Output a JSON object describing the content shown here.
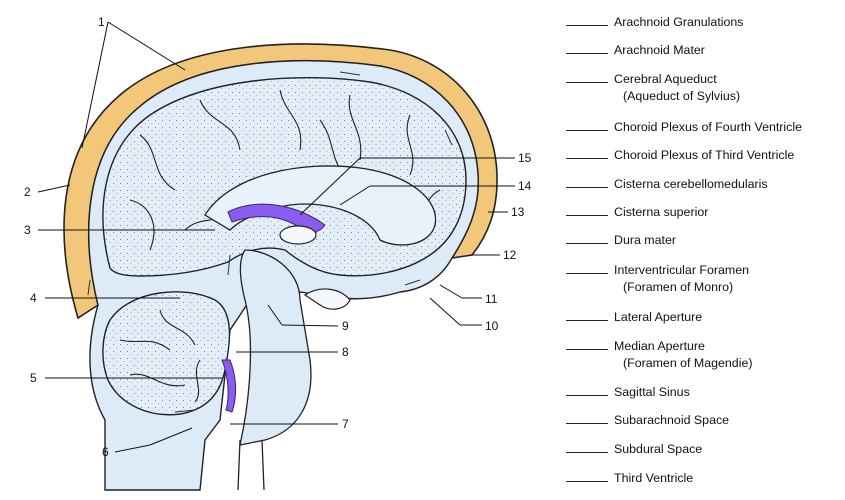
{
  "diagram": {
    "numbers": [
      "1",
      "2",
      "3",
      "4",
      "5",
      "6",
      "7",
      "8",
      "9",
      "10",
      "11",
      "12",
      "13",
      "14",
      "15"
    ]
  },
  "terms": [
    {
      "line1": "Arachnoid Granulations",
      "line2": ""
    },
    {
      "line1": "Arachnoid Mater",
      "line2": ""
    },
    {
      "line1": "Cerebral Aqueduct",
      "line2": "(Aqueduct of Sylvius)"
    },
    {
      "line1": "Choroid Plexus of Fourth Ventricle",
      "line2": ""
    },
    {
      "line1": "Choroid Plexus of Third Ventricle",
      "line2": ""
    },
    {
      "line1": "Cisterna cerebellomedularis",
      "line2": ""
    },
    {
      "line1": "Cisterna superior",
      "line2": ""
    },
    {
      "line1": "Dura mater",
      "line2": ""
    },
    {
      "line1": "Interventricular Foramen",
      "line2": "(Foramen of Monro)"
    },
    {
      "line1": "Lateral Aperture",
      "line2": ""
    },
    {
      "line1": "Median Aperture",
      "line2": "(Foramen of Magendie)"
    },
    {
      "line1": "Sagittal Sinus",
      "line2": ""
    },
    {
      "line1": "Subarachnoid Space",
      "line2": ""
    },
    {
      "line1": "Subdural Space",
      "line2": ""
    },
    {
      "line1": "Third Ventricle",
      "line2": ""
    }
  ],
  "colors": {
    "dura": "#f2c77a",
    "csf": "#dcebf7",
    "tissue": "#e8f1fa",
    "plexus": "#8a5cf0",
    "ink": "#111111"
  }
}
